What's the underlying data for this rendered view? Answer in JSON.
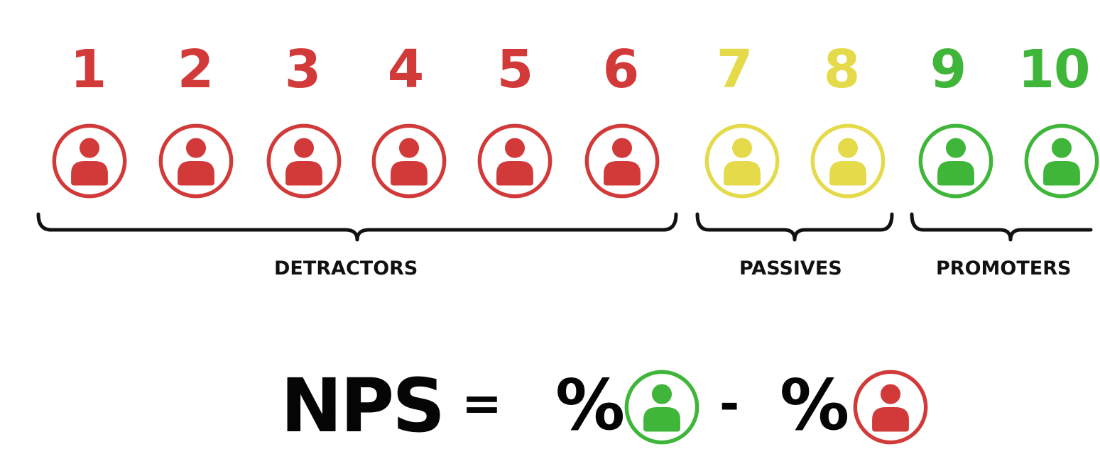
{
  "scale": {
    "scores": [
      {
        "value": "1",
        "group": "detractor"
      },
      {
        "value": "2",
        "group": "detractor"
      },
      {
        "value": "3",
        "group": "detractor"
      },
      {
        "value": "4",
        "group": "detractor"
      },
      {
        "value": "5",
        "group": "detractor"
      },
      {
        "value": "6",
        "group": "detractor"
      },
      {
        "value": "7",
        "group": "passive"
      },
      {
        "value": "8",
        "group": "passive"
      },
      {
        "value": "9",
        "group": "promoter"
      },
      {
        "value": "10",
        "group": "promoter"
      }
    ]
  },
  "groups": {
    "detractors": "DETRACTORS",
    "passives": "PASSIVES",
    "promoters": "PROMOTERS"
  },
  "formula": {
    "lhs": "NPS",
    "equals": "=",
    "percent": "%",
    "minus": "-",
    "promoter_icon": "promoter-person-icon",
    "detractor_icon": "detractor-person-icon"
  },
  "colors": {
    "detractor": "#d23a3a",
    "passive": "#e4da4a",
    "promoter": "#3fb53a",
    "text": "#111111"
  }
}
